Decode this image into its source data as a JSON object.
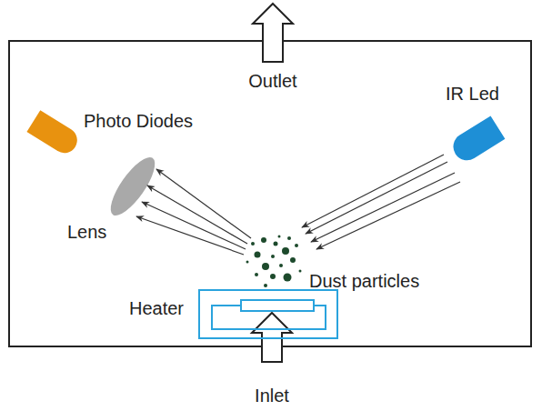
{
  "diagram": {
    "nodes": [
      {
        "text": [
          "Heater"
        ]
      }
    ],
    "labels": [
      "Outlet",
      "IR Led",
      "Photo Diodes",
      "Lens",
      "Dust particles",
      "Inlet"
    ]
  }
}
